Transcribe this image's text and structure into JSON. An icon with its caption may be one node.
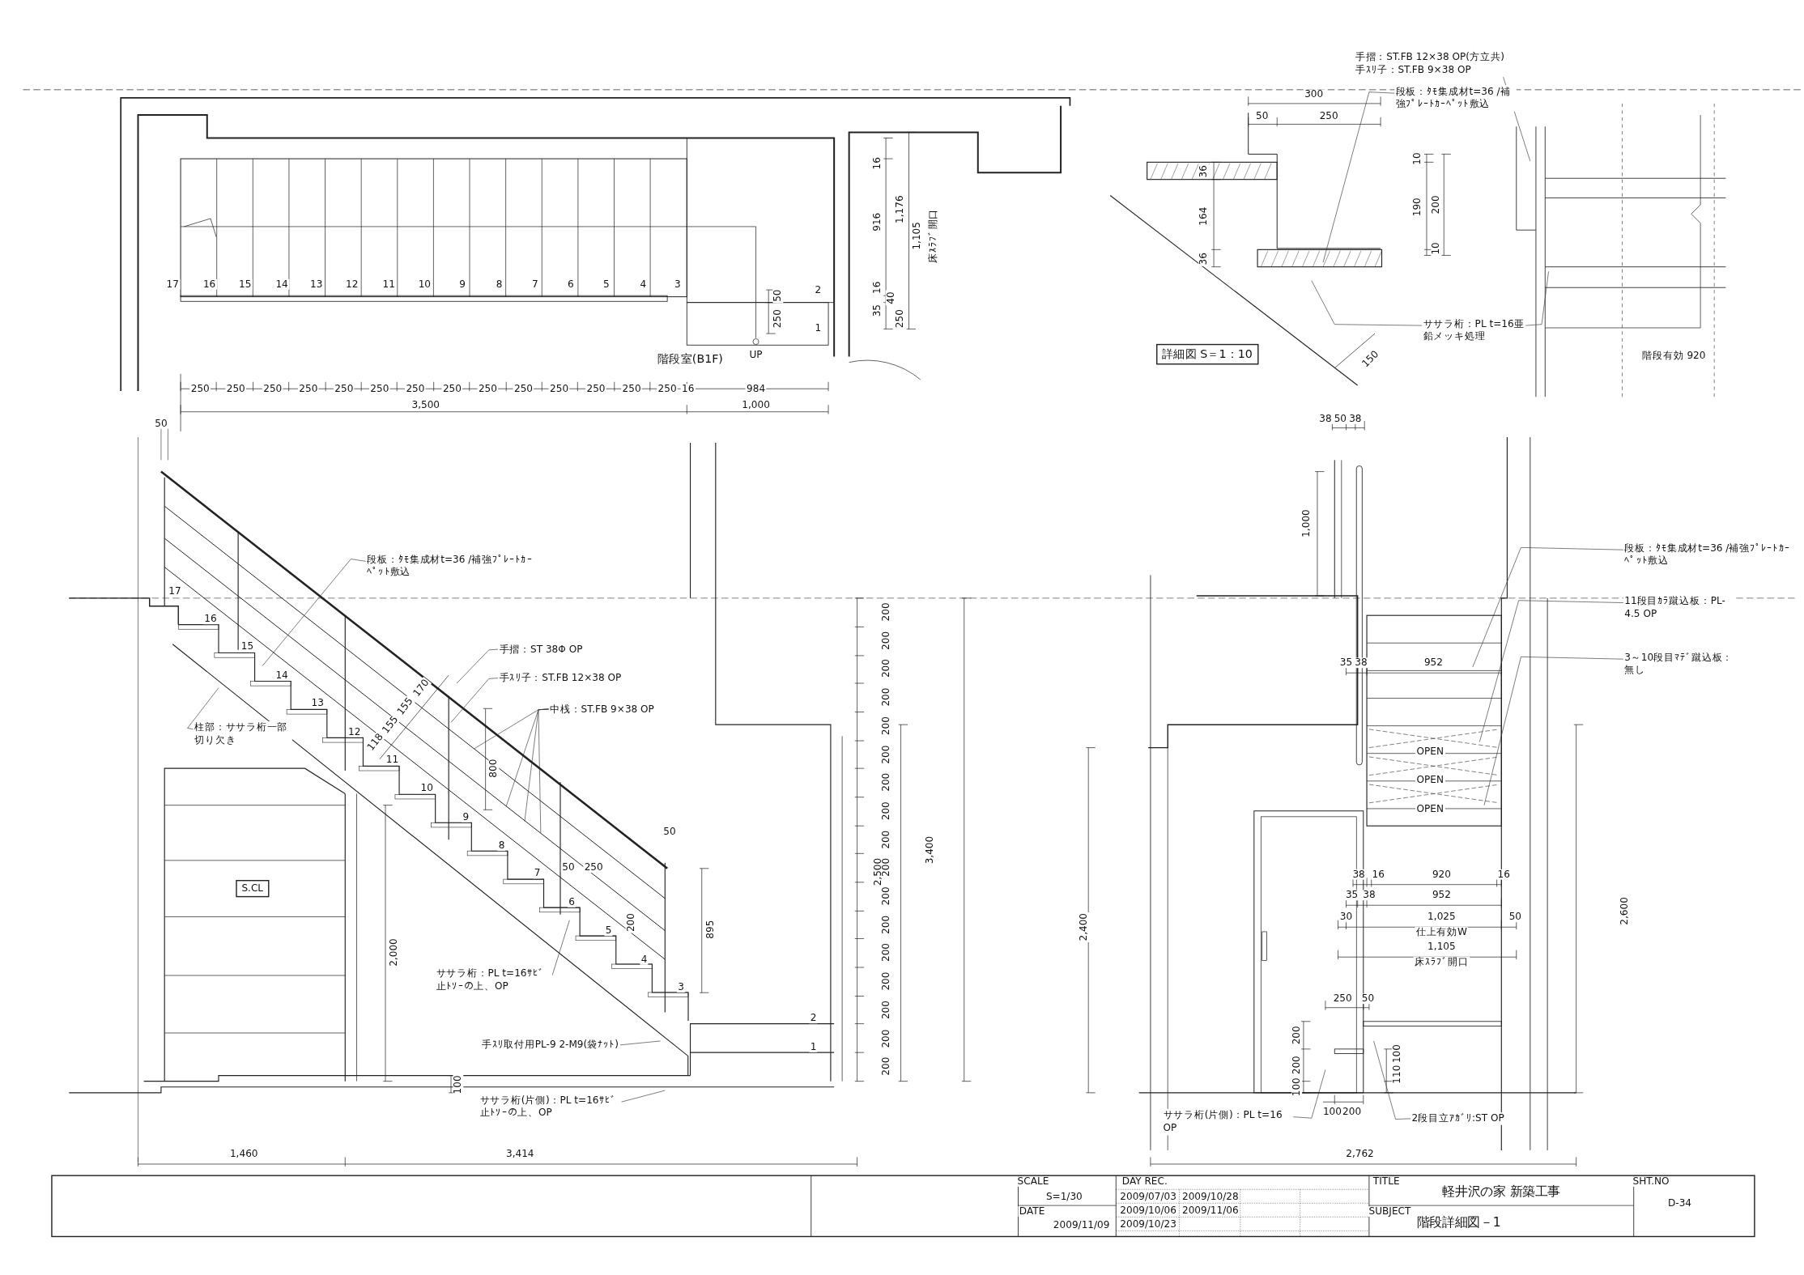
{
  "diagram": {
    "nodes": [
      {
        "text": [
          "手摺：ST.FB 12×38 OP(方立共)",
          "手ｽﾘ子：ST.FB 9×38 OP"
        ]
      },
      {
        "text": [
          "段板：ﾀﾓ集成材t=36 /補強ﾌﾟﾚｰﾄｶｰﾍﾟｯﾄ敷込"
        ]
      },
      {
        "text": [
          "ササラ桁：PL t=16亜鉛メッキ処理"
        ]
      },
      {
        "text": [
          "詳細図 S＝1：10"
        ]
      },
      {
        "text": [
          "段板：ﾀﾓ集成材t=36 /補強ﾌﾟﾚｰﾄｶｰﾍﾟｯﾄ敷込"
        ]
      },
      {
        "text": [
          "手摺：ST 38Φ OP"
        ]
      },
      {
        "text": [
          "手ｽﾘ子：ST.FB 12×38 OP"
        ]
      },
      {
        "text": [
          "中桟：ST.FB 9×38 OP"
        ]
      },
      {
        "text": [
          "柱部：ササラ桁一部切り欠き"
        ]
      },
      {
        "text": [
          "S.CL"
        ]
      },
      {
        "text": [
          "ササラ桁：PL t=16ｻﾋﾞ止ﾄｿｰの上、OP"
        ]
      },
      {
        "text": [
          "手ｽﾘ取付用PL-9 2-M9(袋ﾅｯﾄ)"
        ]
      },
      {
        "text": [
          "ササラ桁(片側)：PL t=16ｻﾋﾞ止ﾄｿｰの上、OP"
        ]
      },
      {
        "text": [
          "段板：ﾀﾓ集成材t=36 /補強ﾌﾟﾚｰﾄｶｰﾍﾟｯﾄ敷込"
        ]
      },
      {
        "text": [
          "11段目ｶﾗ蹴込板：PL-4.5 OP"
        ]
      },
      {
        "text": [
          "3～10段目ﾏﾃﾞ蹴込板：無し"
        ]
      },
      {
        "text": [
          "ササラ桁(片側)：PL t=16 OP"
        ]
      },
      {
        "text": [
          "2段目立ｱｶﾞﾘ:ST OP"
        ]
      }
    ],
    "edges": [
      {
        "from": 0,
        "to": null,
        "arrow": "none"
      },
      {
        "from": 1,
        "to": null,
        "arrow": "none"
      },
      {
        "from": 2,
        "to": null,
        "arrow": "none"
      },
      {
        "from": 2,
        "to": null,
        "arrow": "none"
      },
      {
        "from": 4,
        "to": null,
        "arrow": "none"
      },
      {
        "from": 5,
        "to": null,
        "arrow": "none"
      },
      {
        "from": 6,
        "to": null,
        "arrow": "none"
      },
      {
        "from": 7,
        "to": null,
        "arrow": "none"
      },
      {
        "from": 7,
        "to": null,
        "arrow": "none"
      },
      {
        "from": 7,
        "to": null,
        "arrow": "none"
      },
      {
        "from": 7,
        "to": null,
        "arrow": "none"
      },
      {
        "from": 8,
        "to": null,
        "arrow": "none"
      },
      {
        "from": 10,
        "to": null,
        "arrow": "none"
      },
      {
        "from": 11,
        "to": null,
        "arrow": "none"
      },
      {
        "from": 12,
        "to": null,
        "arrow": "none"
      },
      {
        "from": 13,
        "to": null,
        "arrow": "none"
      },
      {
        "from": 14,
        "to": null,
        "arrow": "none"
      },
      {
        "from": 15,
        "to": null,
        "arrow": "none"
      },
      {
        "from": 16,
        "to": null,
        "arrow": "none"
      },
      {
        "from": 17,
        "to": null,
        "arrow": "none"
      }
    ],
    "labels": [
      "17",
      "16",
      "15",
      "14",
      "13",
      "12",
      "11",
      "10",
      "9",
      "8",
      "7",
      "6",
      "5",
      "4",
      "3",
      "2",
      "1",
      "16",
      "916",
      "1,176",
      "1,105",
      "床ｽﾗﾌﾞ開口",
      "16",
      "40",
      "35",
      "250",
      "50",
      "250",
      "UP",
      "階段室(B1F)",
      "250",
      "250",
      "250",
      "250",
      "250",
      "250",
      "250",
      "250",
      "250",
      "250",
      "250",
      "250",
      "250",
      "250",
      "16",
      "984",
      "3,500",
      "1,000",
      "300",
      "50",
      "250",
      "36",
      "164",
      "36",
      "10",
      "190",
      "200",
      "10",
      "150",
      "階段有効 920",
      "50",
      "17",
      "16",
      "15",
      "14",
      "13",
      "12",
      "11",
      "10",
      "9",
      "8",
      "7",
      "6",
      "5",
      "4",
      "3",
      "2",
      "1",
      "118",
      "155",
      "155",
      "170",
      "800",
      "50",
      "50",
      "250",
      "200",
      "895",
      "100",
      "2,000",
      "3,400",
      "2,500",
      "200",
      "200",
      "200",
      "200",
      "200",
      "200",
      "200",
      "200",
      "200",
      "200",
      "200",
      "200",
      "200",
      "200",
      "200",
      "200",
      "200",
      "1,460",
      "3,414",
      "38",
      "50",
      "38",
      "1,000",
      "35",
      "38",
      "952",
      "OPEN",
      "OPEN",
      "OPEN",
      "38",
      "16",
      "920",
      "16",
      "35",
      "38",
      "952",
      "30",
      "1,025",
      "50",
      "仕上有効W",
      "1,105",
      "床ｽﾗﾌﾞ開口",
      "2,400",
      "2,600",
      "250",
      "50",
      "200",
      "200",
      "100",
      "100",
      "110",
      "100",
      "200",
      "2,762",
      "SCALE",
      "S=1/30",
      "DAY REC.",
      "2009/07/03",
      "2009/10/28",
      "TITLE",
      "軽井沢の家 新築工事",
      "SHT.NO",
      "D-34",
      "DATE",
      "2009/10/06",
      "2009/11/06",
      "SUBJECT",
      "2009/11/09",
      "2009/10/23",
      "階段詳細図－1"
    ]
  }
}
